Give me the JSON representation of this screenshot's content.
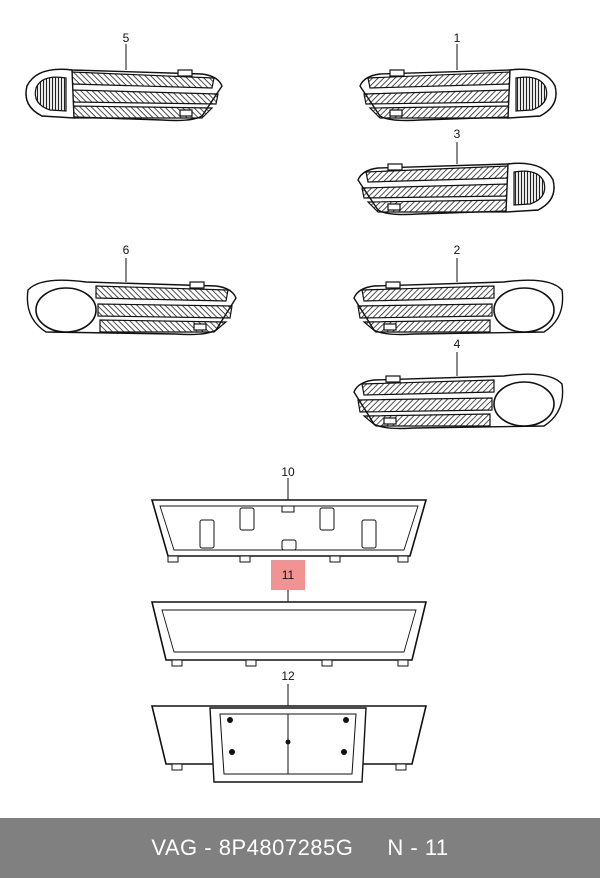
{
  "diagram": {
    "labels": {
      "p1": "1",
      "p2": "2",
      "p3": "3",
      "p4": "4",
      "p5": "5",
      "p6": "6",
      "p10": "10",
      "p11": "11",
      "p12": "12"
    },
    "highlight_color": "#f08080"
  },
  "footer": {
    "brand": "VAG",
    "separator": " - ",
    "part_number": "8P4807285G",
    "ref": "N - 11"
  }
}
